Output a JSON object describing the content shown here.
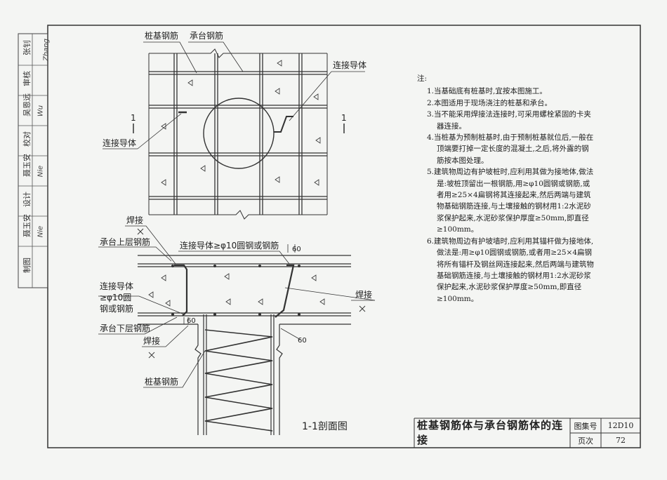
{
  "sidebar": [
    {
      "label": "张钊",
      "sig": "Zhang"
    },
    {
      "label": "审核",
      "sig": ""
    },
    {
      "label": "吴恩远",
      "sig": "Wu"
    },
    {
      "label": "校对",
      "sig": ""
    },
    {
      "label": "聂玉安",
      "sig": "Nie"
    },
    {
      "label": "设计",
      "sig": ""
    },
    {
      "label": "聂玉安",
      "sig": "Nie"
    },
    {
      "label": "制图",
      "sig": ""
    }
  ],
  "plan": {
    "label_pile_rebar": "桩基钢筋",
    "label_cap_rebar": "承台钢筋",
    "label_connector_right": "连接导体",
    "label_connector_left": "连接导体",
    "section_mark_left": "1",
    "section_mark_right": "1"
  },
  "section": {
    "label_weld_top": "焊接",
    "label_cap_top_rebar": "承台上层钢筋",
    "label_connector_top": "连接导体≥φ10圆钢或钢筋",
    "dim_60_top": "60",
    "label_connector_left_1": "连接导体",
    "label_connector_left_2": "≥φ10圆",
    "label_connector_left_3": "钢或钢筋",
    "label_weld_right": "焊接",
    "dim_60_left": "60",
    "label_cap_bottom_rebar": "承台下层钢筋",
    "label_weld_bottom": "焊接",
    "dim_60_right": "60",
    "label_pile_rebar": "桩基钢筋",
    "caption": "1-1剖面图"
  },
  "notes": {
    "heading": "注:",
    "items": [
      "1.当基础底有桩基时,宜按本图施工。",
      "2.本图适用于现场浇注的桩基和承台。",
      "3.当不能采用焊接法连接时,可采用螺栓紧固的卡夹器连接。",
      "4.当桩基为预制桩基时,由于预制桩基就位后,一般在顶端要打掉一定长度的混凝土,之后,将外露的钢筋按本图处理。",
      "5.建筑物周边有护坡桩时,应利用其做为接地体,做法是:坡桩顶留出一根钢筋,用≥φ10圆钢或钢筋,或者用≥25×4扁钢将其连接起来,然后两端与建筑物基础钢筋连接,与土壤接触的钢材用1:2水泥砂浆保护起来,水泥砂浆保护厚度≥50mm,即直径≥100mm。",
      "6.建筑物周边有护坡墙时,应利用其锚杆做为接地体,做法是:用≥φ10圆钢或钢筋,或者用≥25×4扁钢将所有锚杆及钢丝网连接起来,然后两端与建筑物基础钢筋连接,与土壤接触的钢材用1:2水泥砂浆保护起来,水泥砂浆保护厚度≥50mm,即直径≥100mm。"
    ]
  },
  "title_block": {
    "title": "桩基钢筋体与承台钢筋体的连接",
    "atlas_label": "图集号",
    "atlas_value": "12D10",
    "page_label": "页次",
    "page_value": "72"
  }
}
